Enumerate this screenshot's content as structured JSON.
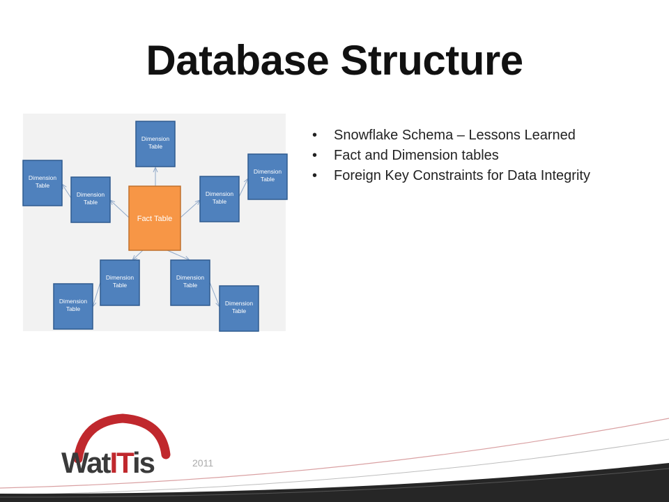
{
  "slide": {
    "title": "Database Structure",
    "bullets": [
      "Snowflake Schema – Lessons Learned",
      "Fact and Dimension tables",
      "Foreign Key Constraints for Data Integrity"
    ],
    "year": "2011"
  },
  "logo": {
    "text_left": "Wat",
    "text_mid": "IT",
    "text_right": "is",
    "arc_color": "#c0282d",
    "text_color": "#3a3a3a"
  },
  "diagram": {
    "fact_label": "Fact Table",
    "dimension_label_line1": "Dimension",
    "dimension_label_line2": "Table",
    "fact_color": "#f79646",
    "dimension_color": "#4f81bd"
  }
}
